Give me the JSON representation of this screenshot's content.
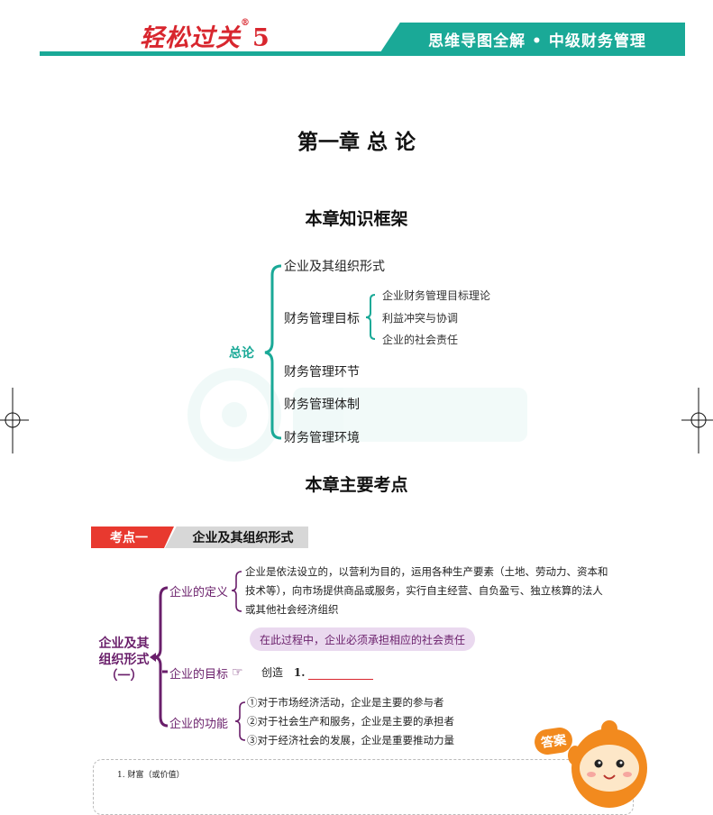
{
  "header": {
    "logo_text": "轻松过关",
    "logo_mark": "®",
    "logo_number": "5",
    "tab_title": "思维导图全解 • 中级财务管理",
    "accent_color": "#1aa997",
    "brand_red": "#d8262e"
  },
  "chapter_title": "第一章 总 论",
  "framework": {
    "title": "本章知识框架",
    "root": "总论",
    "items": [
      "企业及其组织形式",
      "财务管理目标",
      "财务管理环节",
      "财务管理体制",
      "财务管理环境"
    ],
    "goal_subitems": [
      "企业财务管理目标理论",
      "利益冲突与协调",
      "企业的社会责任"
    ]
  },
  "key_points_title": "本章主要考点",
  "kaodian": {
    "tag": "考点一",
    "topic": "企业及其组织形式",
    "root_line1": "企业及其",
    "root_line2": "组织形式",
    "root_line3": "（一）",
    "definition": {
      "label": "企业的定义",
      "lines": [
        "企业是依法设立的，以营利为目的，运用各种生产要素（土地、劳动力、资本和",
        "技术等），向市场提供商品或服务，实行自主经营、自负盈亏、独立核算的法人",
        "或其他社会经济组织"
      ]
    },
    "goal": {
      "label": "企业的目标",
      "callout": "在此过程中，企业必须承担相应的社会责任",
      "create_text": "创造",
      "blank_number": "1."
    },
    "function": {
      "label": "企业的功能",
      "lines": [
        "①对于市场经济活动，企业是主要的参与者",
        "②对于社会生产和服务，企业是主要的承担者",
        "③对于经济社会的发展，企业是重要推动力量"
      ]
    }
  },
  "answer": {
    "badge": "答案",
    "line1": "1. 财富（或价值）"
  },
  "icons": [
    "crosshair-icon",
    "pointing-hand-icon",
    "mascot-icon"
  ]
}
